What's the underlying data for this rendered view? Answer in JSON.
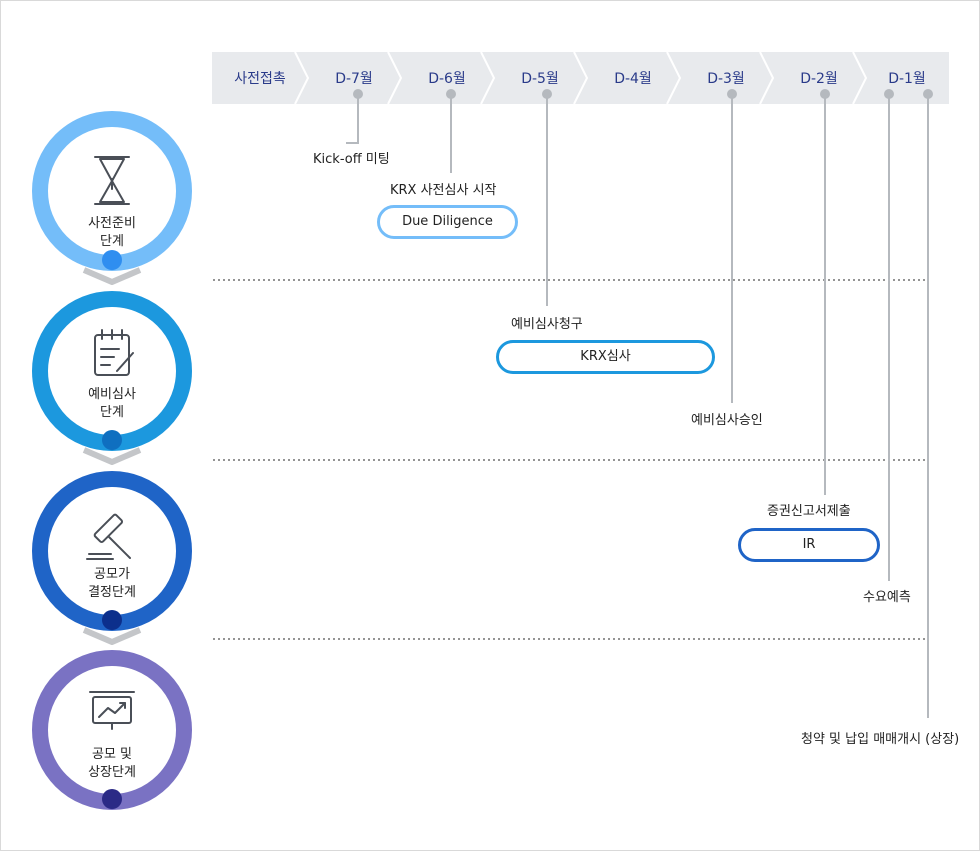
{
  "timeline": {
    "months": [
      "사전접촉",
      "D-7월",
      "D-6월",
      "D-5월",
      "D-4월",
      "D-3월",
      "D-2월",
      "D-1월"
    ]
  },
  "stages": [
    {
      "line1": "사전준비",
      "line2": "단계",
      "icon": "hourglass-icon",
      "ring_color": "#74bdf9",
      "dot_color": "#2f8ef0"
    },
    {
      "line1": "예비심사",
      "line2": "단계",
      "icon": "checklist-icon",
      "ring_color": "#1c98de",
      "dot_color": "#0f6fc0"
    },
    {
      "line1": "공모가",
      "line2": "결정단계",
      "icon": "gavel-icon",
      "ring_color": "#1f64c7",
      "dot_color": "#0c2f8c"
    },
    {
      "line1": "공모 및",
      "line2": "상장단계",
      "icon": "presentation-chart-icon",
      "ring_color": "#7a72c3",
      "dot_color": "#2b2a86"
    }
  ],
  "events": {
    "kickoff": "Kick-off 미팅",
    "krx_pre_review_start": "KRX 사전심사 시작",
    "prelim_review_request": "예비심사청구",
    "prelim_review_approval": "예비심사승인",
    "securities_report_filing": "증권신고서제출",
    "demand_forecast": "수요예측",
    "subscription_listing": "청약 및 납입 매매개시 (상장)"
  },
  "pills": {
    "due_diligence": "Due Diligence",
    "krx_review": "KRX심사",
    "ir": "IR"
  },
  "colors": {
    "band": "#e8eaed",
    "month_text": "#2a3b8a",
    "connector": "#b5b9be",
    "pill_dd": "#74bdf9",
    "pill_krx": "#1c98de",
    "pill_ir": "#1f64c7"
  }
}
